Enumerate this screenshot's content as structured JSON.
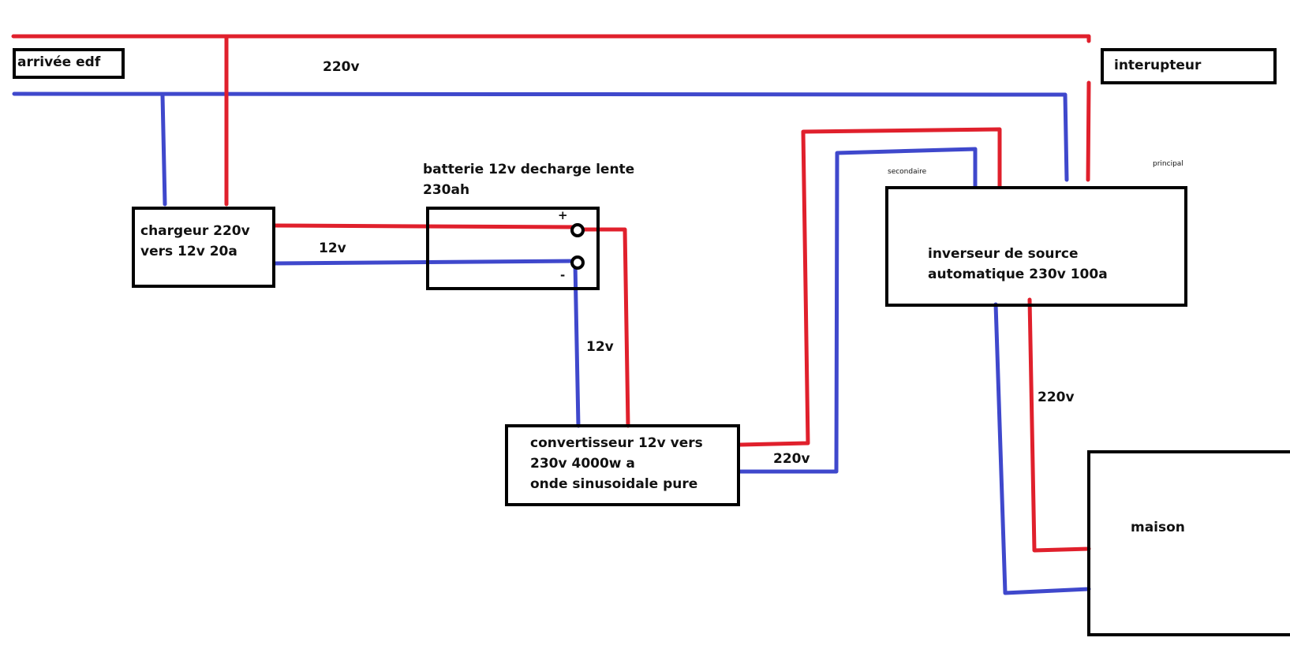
{
  "diagram": {
    "colors": {
      "phase": "#e0202c",
      "neutral": "#3f48cc",
      "outline": "#000000"
    },
    "nodes": {
      "grid": {
        "label": "arrivée edf"
      },
      "switch": {
        "label": "interupteur"
      },
      "charger": {
        "label_line1": "chargeur 220v",
        "label_line2": "vers 12v  20a"
      },
      "battery": {
        "title_line1": "batterie 12v decharge lente",
        "title_line2": "230ah",
        "plus": "+",
        "minus": "-"
      },
      "inverter": {
        "label_line1": "convertisseur 12v vers",
        "label_line2": "230v 4000w a",
        "label_line3": "onde sinusoidale pure"
      },
      "ats": {
        "label_line1": "inverseur de source",
        "label_line2": "automatique 230v 100a",
        "input_secondary": "secondaire",
        "input_primary": "principal"
      },
      "house": {
        "label": "maison"
      }
    },
    "voltage_labels": {
      "mains_bus": "220v",
      "charger_to_battery": "12v",
      "battery_to_inverter": "12v",
      "inverter_to_ats": "220v",
      "ats_to_house": "220v"
    }
  }
}
